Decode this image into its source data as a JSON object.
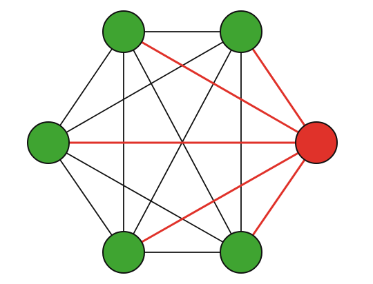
{
  "graph": {
    "nodes": [
      {
        "id": "n1",
        "role": "normal"
      },
      {
        "id": "n2",
        "role": "normal"
      },
      {
        "id": "n3",
        "role": "normal"
      },
      {
        "id": "n4",
        "role": "highlight"
      },
      {
        "id": "n5",
        "role": "normal"
      },
      {
        "id": "n6",
        "role": "normal"
      }
    ],
    "edges": [
      {
        "from": "n1",
        "to": "n2",
        "highlight": false
      },
      {
        "from": "n1",
        "to": "n3",
        "highlight": false
      },
      {
        "from": "n1",
        "to": "n5",
        "highlight": false
      },
      {
        "from": "n1",
        "to": "n6",
        "highlight": false
      },
      {
        "from": "n2",
        "to": "n3",
        "highlight": false
      },
      {
        "from": "n2",
        "to": "n5",
        "highlight": false
      },
      {
        "from": "n2",
        "to": "n6",
        "highlight": false
      },
      {
        "from": "n3",
        "to": "n5",
        "highlight": false
      },
      {
        "from": "n3",
        "to": "n6",
        "highlight": false
      },
      {
        "from": "n5",
        "to": "n6",
        "highlight": false
      },
      {
        "from": "n1",
        "to": "n4",
        "highlight": true
      },
      {
        "from": "n2",
        "to": "n4",
        "highlight": true
      },
      {
        "from": "n3",
        "to": "n4",
        "highlight": true
      },
      {
        "from": "n5",
        "to": "n4",
        "highlight": true
      },
      {
        "from": "n6",
        "to": "n4",
        "highlight": true
      }
    ]
  },
  "colors": {
    "node_normal": "#3fa431",
    "node_highlight": "#e0322a",
    "node_stroke": "#111111",
    "edge_normal": "#111111",
    "edge_highlight": "#e0322a"
  }
}
